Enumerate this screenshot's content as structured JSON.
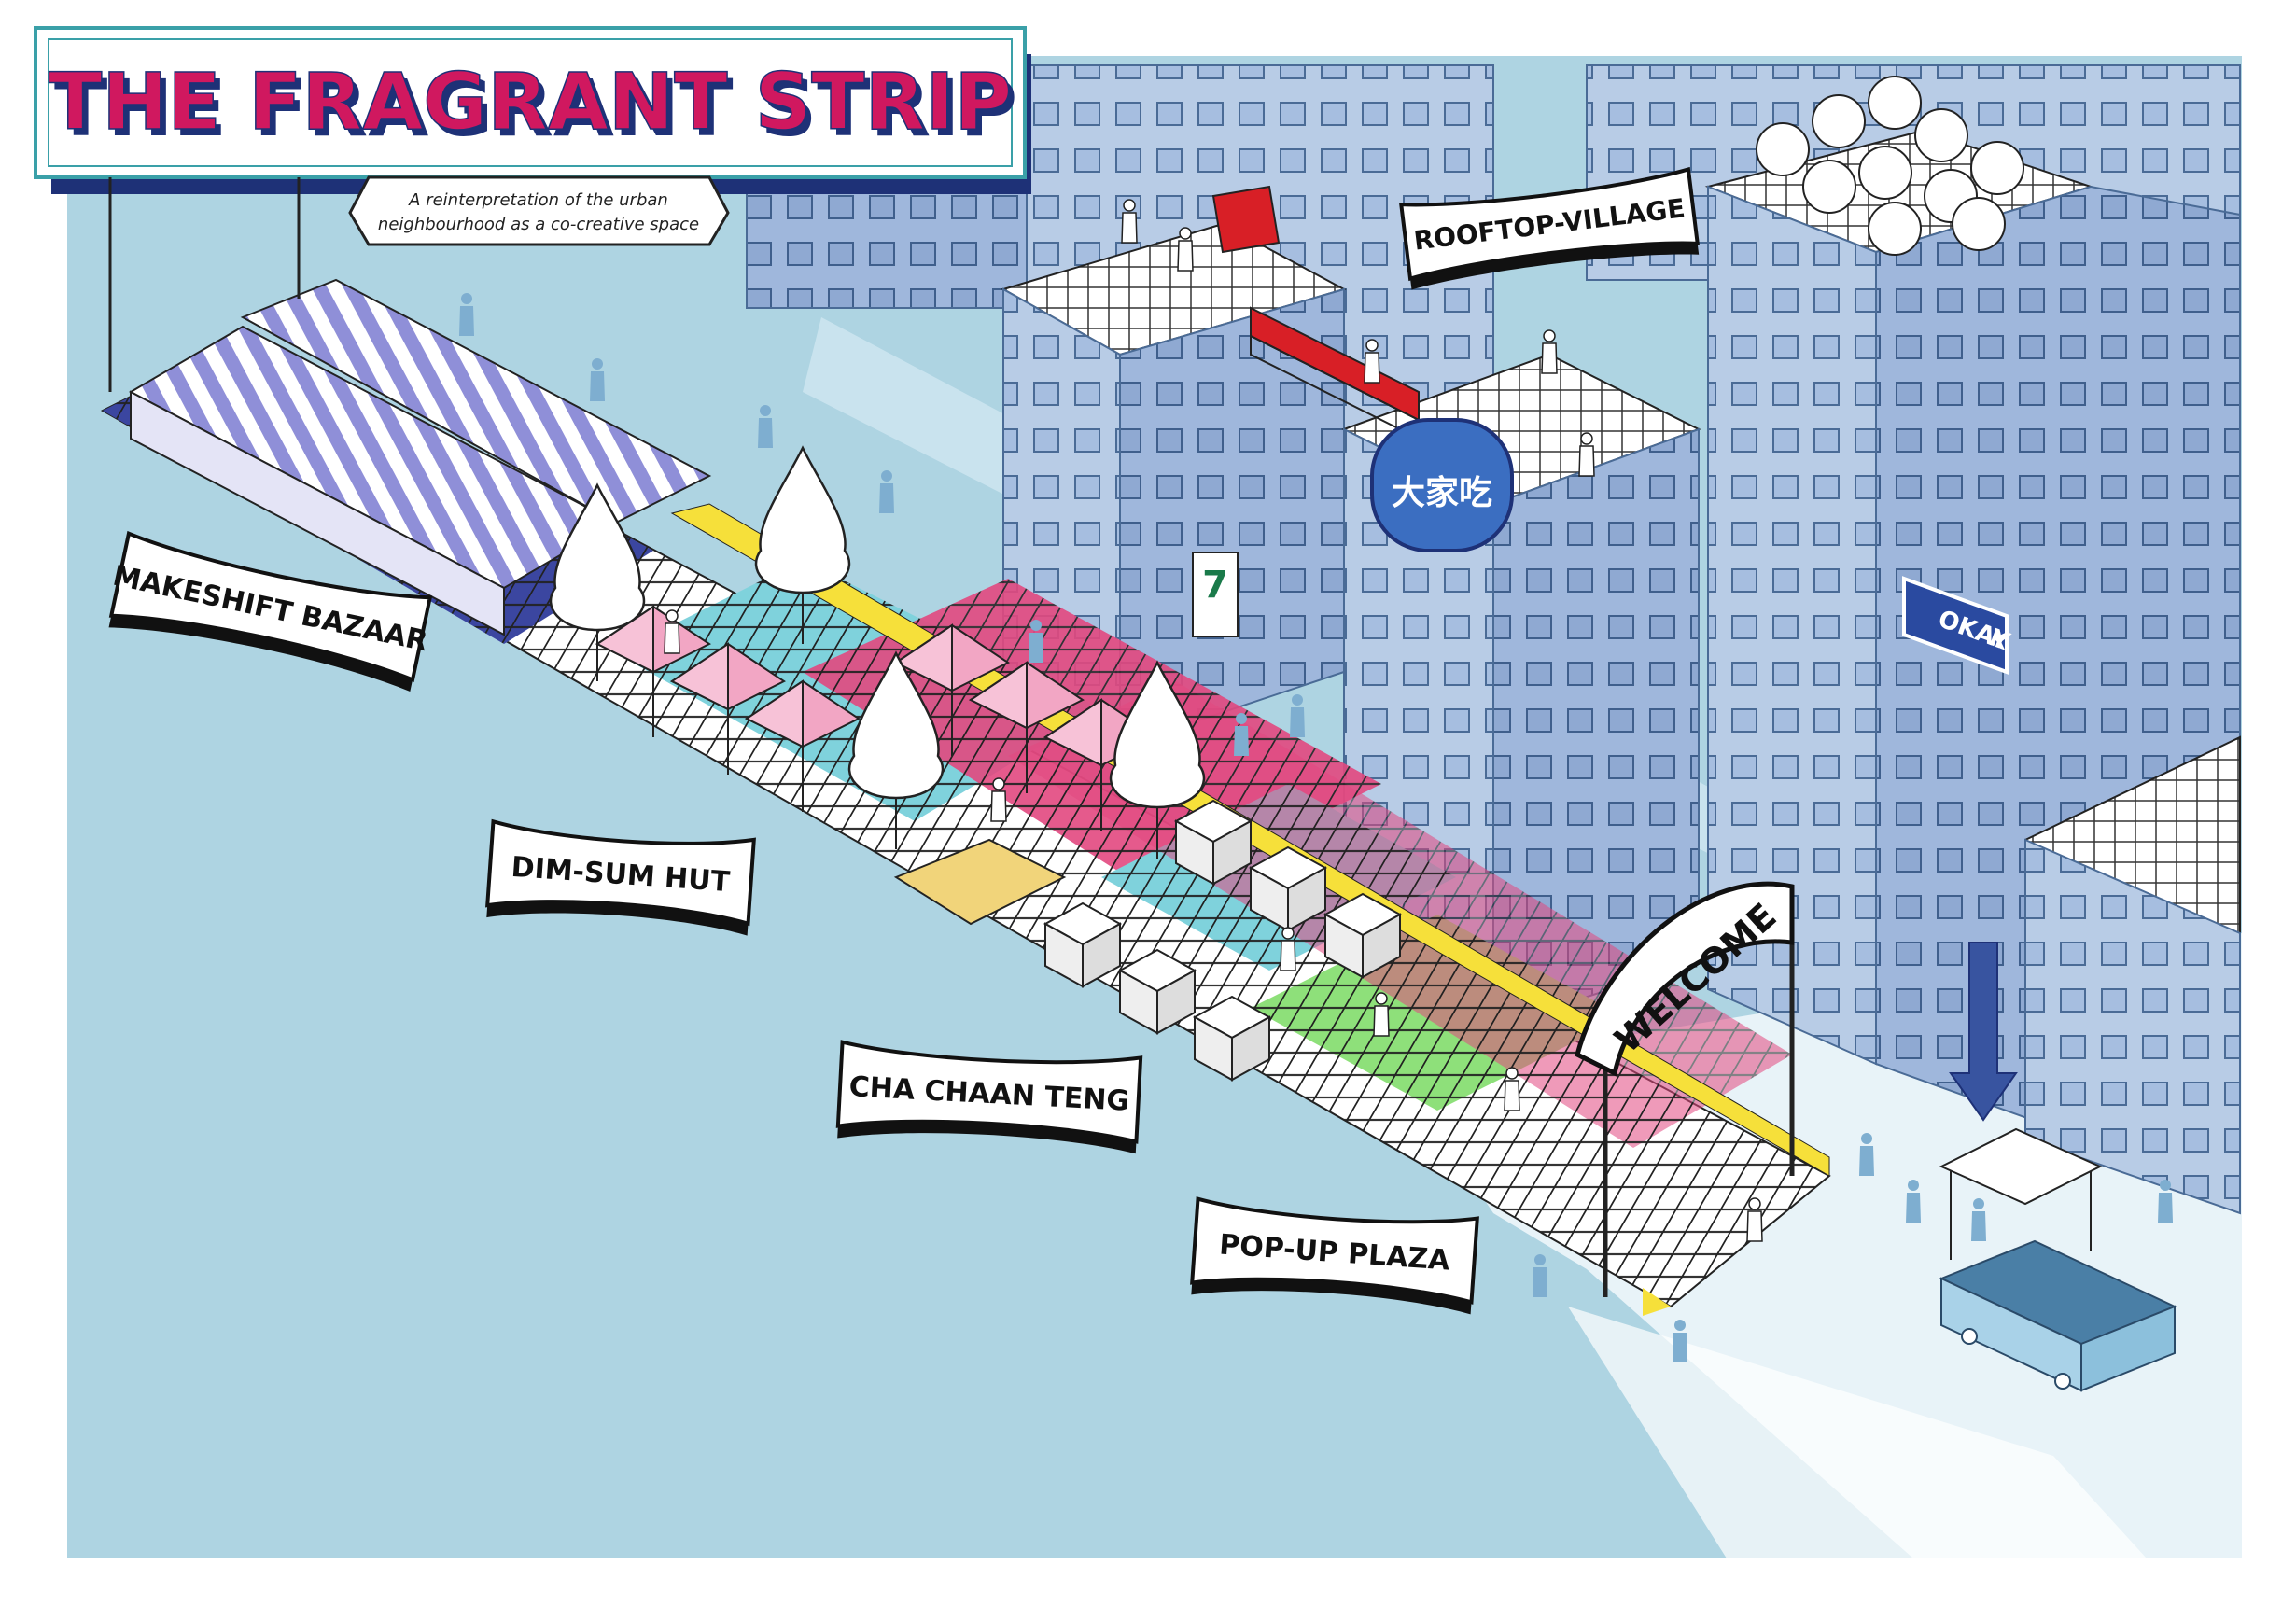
{
  "header": {
    "title": "THE FRAGRANT STRIP",
    "subtitle_line1": "A reinterpretation of the urban",
    "subtitle_line2": "neighbourhood as a co-creative space"
  },
  "zones": {
    "makeshift_bazaar": "MAKESHIFT BAZAAR",
    "dim_sum_hut": "DIM-SUM HUT",
    "cha_chaan_teng": "CHA CHAAN TENG",
    "pop_up_plaza": "POP-UP PLAZA",
    "rooftop_village": "ROOFTOP-VILLAGE"
  },
  "signs": {
    "welcome": "WELCOME",
    "okay": "OKAY",
    "okay_mark": "K",
    "seven": "7",
    "daikaxik": "大家吃"
  },
  "colors": {
    "background": "#aed4e2",
    "building": "#b8cce6",
    "building_edge": "#4a6b96",
    "title_pink": "#d0185f",
    "title_navy": "#1e3177",
    "tile_pink": "#e2487f",
    "tile_cyan": "#7fd2dc",
    "tile_green": "#8ee07a",
    "tile_navy": "#3b46a0",
    "tile_yellow": "#f6e03a",
    "awning_purple": "#8f8fd8",
    "umbrella_pink": "#f2a6c4",
    "bridge_red": "#d81f26"
  },
  "icons": [
    "tree-icon",
    "umbrella-icon",
    "market-stall-icon",
    "person-icon",
    "bus-icon",
    "arrow-down-icon",
    "bus-stop-icon"
  ]
}
